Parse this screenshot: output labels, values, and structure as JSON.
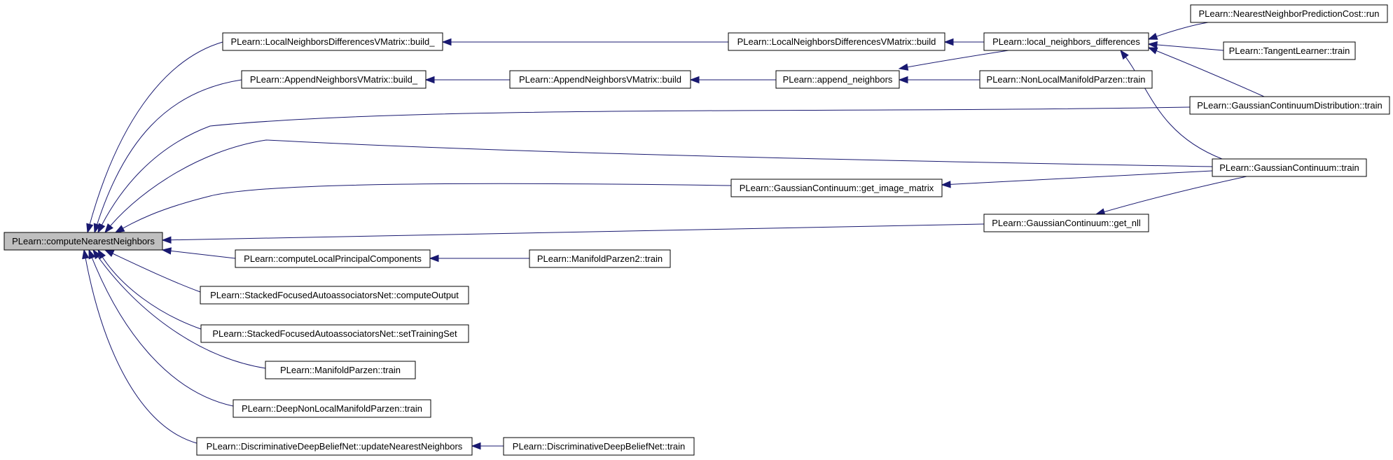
{
  "graph": {
    "type": "caller-graph",
    "colors": {
      "root_fill": "#bfbfbf",
      "node_fill": "#ffffff",
      "edge": "#191970"
    },
    "nodes": [
      {
        "id": "cnn",
        "label": "PLearn::computeNearestNeighbors",
        "root": true
      },
      {
        "id": "lndv_b_",
        "label": "PLearn::LocalNeighborsDifferencesVMatrix::build_"
      },
      {
        "id": "lndv_b",
        "label": "PLearn::LocalNeighborsDifferencesVMatrix::build"
      },
      {
        "id": "lnd",
        "label": "PLearn::local_neighbors_differences"
      },
      {
        "id": "nnpc",
        "label": "PLearn::NearestNeighborPredictionCost::run"
      },
      {
        "id": "tl",
        "label": "PLearn::TangentLearner::train"
      },
      {
        "id": "anv_b_",
        "label": "PLearn::AppendNeighborsVMatrix::build_"
      },
      {
        "id": "anv_b",
        "label": "PLearn::AppendNeighborsVMatrix::build"
      },
      {
        "id": "an",
        "label": "PLearn::append_neighbors"
      },
      {
        "id": "nlmp",
        "label": "PLearn::NonLocalManifoldParzen::train"
      },
      {
        "id": "gcd",
        "label": "PLearn::GaussianContinuumDistribution::train"
      },
      {
        "id": "gc_t",
        "label": "PLearn::GaussianContinuum::train"
      },
      {
        "id": "gc_gim",
        "label": "PLearn::GaussianContinuum::get_image_matrix"
      },
      {
        "id": "gc_nll",
        "label": "PLearn::GaussianContinuum::get_nll"
      },
      {
        "id": "clpc",
        "label": "PLearn::computeLocalPrincipalComponents"
      },
      {
        "id": "mp2",
        "label": "PLearn::ManifoldParzen2::train"
      },
      {
        "id": "sfan_co",
        "label": "PLearn::StackedFocusedAutoassociatorsNet::computeOutput"
      },
      {
        "id": "sfan_st",
        "label": "PLearn::StackedFocusedAutoassociatorsNet::setTrainingSet"
      },
      {
        "id": "mp",
        "label": "PLearn::ManifoldParzen::train"
      },
      {
        "id": "dnlmp",
        "label": "PLearn::DeepNonLocalManifoldParzen::train"
      },
      {
        "id": "ddbn_u",
        "label": "PLearn::DiscriminativeDeepBeliefNet::updateNearestNeighbors"
      },
      {
        "id": "ddbn_t",
        "label": "PLearn::DiscriminativeDeepBeliefNet::train"
      }
    ],
    "edges": [
      {
        "from": "lndv_b_",
        "to": "cnn"
      },
      {
        "from": "lndv_b",
        "to": "lndv_b_"
      },
      {
        "from": "lnd",
        "to": "lndv_b"
      },
      {
        "from": "nnpc",
        "to": "lnd"
      },
      {
        "from": "tl",
        "to": "lnd"
      },
      {
        "from": "gcd",
        "to": "lnd"
      },
      {
        "from": "gc_t",
        "to": "lnd"
      },
      {
        "from": "anv_b_",
        "to": "cnn"
      },
      {
        "from": "anv_b",
        "to": "anv_b_"
      },
      {
        "from": "an",
        "to": "anv_b"
      },
      {
        "from": "lnd",
        "to": "an"
      },
      {
        "from": "nlmp",
        "to": "an"
      },
      {
        "from": "gcd",
        "to": "cnn"
      },
      {
        "from": "gc_t",
        "to": "cnn"
      },
      {
        "from": "gc_gim",
        "to": "cnn"
      },
      {
        "from": "gc_t",
        "to": "gc_gim"
      },
      {
        "from": "gc_nll",
        "to": "cnn"
      },
      {
        "from": "gc_t",
        "to": "gc_nll"
      },
      {
        "from": "clpc",
        "to": "cnn"
      },
      {
        "from": "mp2",
        "to": "clpc"
      },
      {
        "from": "sfan_co",
        "to": "cnn"
      },
      {
        "from": "sfan_st",
        "to": "cnn"
      },
      {
        "from": "mp",
        "to": "cnn"
      },
      {
        "from": "dnlmp",
        "to": "cnn"
      },
      {
        "from": "ddbn_u",
        "to": "cnn"
      },
      {
        "from": "ddbn_t",
        "to": "ddbn_u"
      }
    ]
  }
}
